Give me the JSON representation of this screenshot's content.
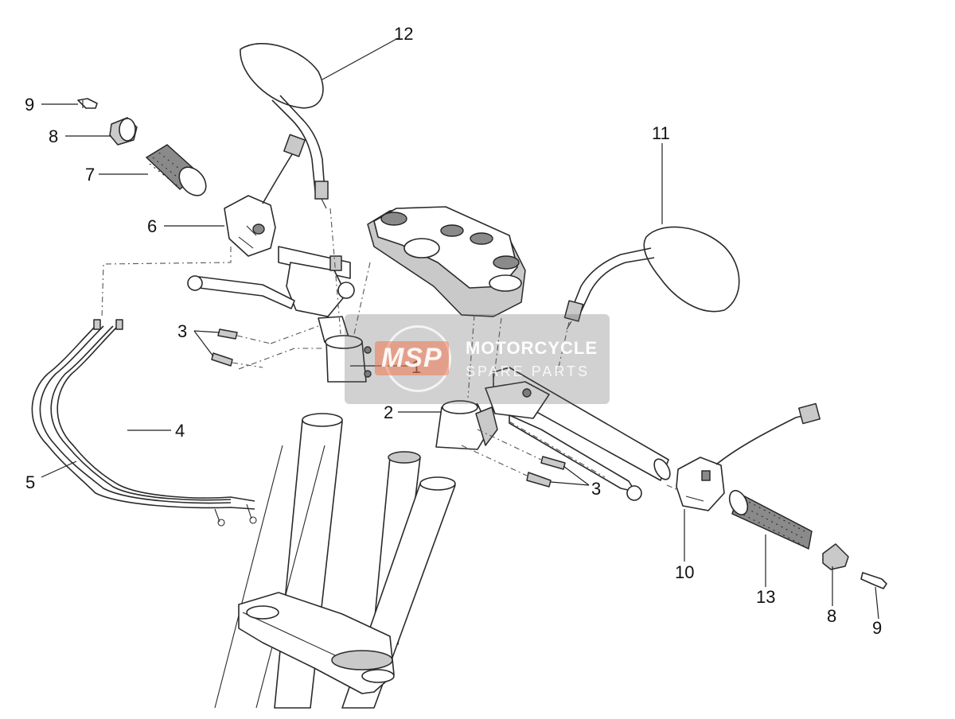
{
  "callouts": {
    "c1": "1",
    "c2": "2",
    "c3a": "3",
    "c3b": "3",
    "c4": "4",
    "c5": "5",
    "c6": "6",
    "c7": "7",
    "c8a": "8",
    "c8b": "8",
    "c9a": "9",
    "c9b": "9",
    "c10": "10",
    "c11": "11",
    "c12": "12",
    "c13": "13"
  },
  "watermark": {
    "logo": "MSP",
    "title": "MOTORCYCLE",
    "subtitle": "SPARE PARTS"
  }
}
